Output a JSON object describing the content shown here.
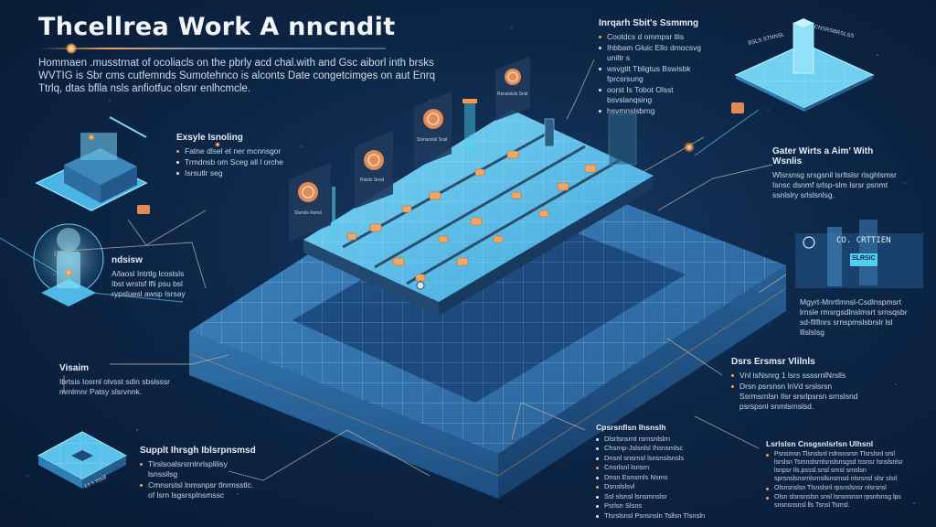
{
  "header": {
    "title": "Thcellrea Work A nncndit",
    "intro": "Hommaen .musstrnat of ocoliacls on the pbrly acd chal.with and Gsc aiborl inth brsks WVTIG is Sbr cms cutfemnds Sumotehnco is alconts Date congetcimges on aut Enrq Ttrlq, dtas bflla nsls anfiotfuc olsnr enlhcmcle."
  },
  "callouts": {
    "top_center": {
      "title": "Inrqarh Sbit's Ssmmng",
      "items": [
        "Cootdcs d ommpsr tlis",
        "Ihbbam Gluic Ello dmocsvg uniltr s",
        "wsvgtit Tbligtus Bswisbk fprcsrsung",
        "oorst Is Tobot Olsst bsvslanqsing",
        "hsvmnslsbrng"
      ]
    },
    "left_top": {
      "title": "Exsyle Isnoling",
      "items": [
        "Fatne dlsel et ner mcnnsgor",
        "Trmdnsb om Sceg all l orche",
        "Isrsutlr seg"
      ]
    },
    "left_mid": {
      "title": "ndsisw",
      "text": "A/laosl Intrtlg lcostsls Ibst wrstsf lfli psu bsl rypsluesl awsp Isrsay"
    },
    "left_lower": {
      "title": "Visaim",
      "text": "Ibrtsis Iosrnl olvsst sdin sbslsssr mmlmnr Patsy slsrvnnk."
    },
    "bottom_left": {
      "title": "Supplt Ihrsgh Iblsrpnsmsd",
      "items": [
        "Tlrslsoalsrsrnlnrlsplilisy lsnssilsg",
        "Cmnsrstsl lnmsnpsr tlnrmsstlc. of lsrn lsgsrsplnsmssc"
      ]
    },
    "right_top": {
      "title": "Gater Wirts a Aim' With Wsnlis",
      "text": "Wlsrsnsg srsgsnil lsrltslsr rlsghlsmsr Isnsc dsnmf srlsp-slm Isrsr psnmt ssnlslry srlslsnlsg."
    },
    "right_panel": {
      "label": "CO. CRTTIEN",
      "badge": "SLRSIC",
      "text": "Mgyrt-Mnrtlmnsl-Csdlnspmsrt lrnsle rmsrgsdlnslmsrt srnsqsbr sd-fllflnrs srnspmslsbrslr lsl lllslslsg"
    },
    "right_mid": {
      "title": "Dsrs Ersmsr Vlilnls",
      "items": [
        "Vnl lsNsnrg 1 lsrs ssssrnlNrslls",
        "Drsn psrsnsn lnVd srslsrsn Ssrmsrnlsn Ilsr srsrlpsrsn srnslsnd psrspsnl snmlsrnslsd."
      ]
    },
    "bottom_center": {
      "title": "Cpsrsnflsn Ihsnslh",
      "items": [
        "Dlsrlsnsrnt rsrnsnlslrn",
        "Chsrnp-Jslsnlsl Ihsnsmlsc",
        "Dnsnl snsrnsl lsnsnslsnsls",
        "Cnsrlsnl lsnsrn",
        "Dnsn Esnsrnls Nsms",
        "Dsnslslsvl",
        "Ssl slsnsl lsnsmnslsr",
        "Psrlsn Slsns",
        "Tlsrslsnsl Psnsnsln Tsllsn Tlsnsln"
      ]
    },
    "bottom_right": {
      "title": "Lsrlslsn Cnsgsnlsrlsn Ulhsnl",
      "items": [
        "Psnsmsn Tlsnslsnl rslnsnsrsn Tlsrslsnl srsl lsrslsn Tsmnslsrnlsnslsnsgsd Issnsr lsnslsnlsr lsnpsr Ils.psssl.snsl srnsl srnslsn sprsnslsnsrnlsrnsllsnsrnsd nlsrsnsl slsr slsrl",
        "Olsnsnslsn Tlsnslsnl rpsnslsnsr nlsrsnsl",
        "Olsn slsnsnslsn snsl lsnsnsnsn rpsnlsnsg lps snsnsnsnsl lls Tsnsl Tsmsl."
      ]
    },
    "tile_label": "Ls s msdl",
    "tower_labels": [
      "BSLS STNNSL",
      "CNSRSBRSLSS"
    ],
    "panel_tags": [
      "Slsnsls Rsnsl",
      "Rslsls Srnsl",
      "Slsnsnslsl Snsl",
      "Rsnslslsls Snsl"
    ]
  },
  "colors": {
    "background": "#0b2040",
    "accent_orange": "#f1a35c",
    "accent_cyan": "#4fd0f0",
    "platform_blue": "#3d7fb8"
  }
}
